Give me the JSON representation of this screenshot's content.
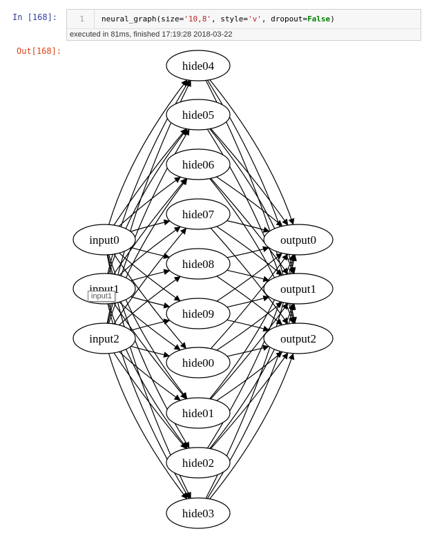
{
  "cell": {
    "in_prompt": "In  [168]:",
    "out_prompt": "Out[168]:",
    "line_number": "1",
    "code": {
      "fn": "neural_graph(size=",
      "arg1": "'10,8'",
      "sep1": ", style=",
      "arg2": "'v'",
      "sep2": ", dropout=",
      "arg3": "False",
      "close": ")"
    },
    "exec_info": "executed in 81ms, finished 17:19:28 2018-03-22"
  },
  "graph": {
    "input_nodes": [
      "input0",
      "input1",
      "input2"
    ],
    "hidden_nodes": [
      "hide04",
      "hide05",
      "hide06",
      "hide07",
      "hide08",
      "hide09",
      "hide00",
      "hide01",
      "hide02",
      "hide03"
    ],
    "output_nodes": [
      "output0",
      "output1",
      "output2"
    ]
  },
  "tooltip": "input1",
  "colors": {
    "edge": "#000000",
    "node_fill": "#ffffff",
    "in_prompt": "#303f9f",
    "out_prompt": "#d84315"
  }
}
